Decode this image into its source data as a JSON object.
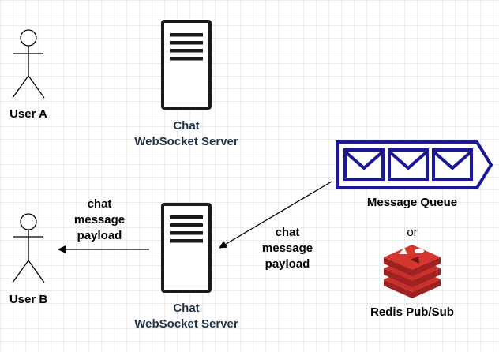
{
  "actors": {
    "user_a": "User A",
    "user_b": "User B"
  },
  "servers": {
    "top": {
      "line1": "Chat",
      "line2": "WebSocket Server"
    },
    "bottom": {
      "line1": "Chat",
      "line2": "WebSocket Server"
    }
  },
  "queue": {
    "label": "Message Queue",
    "envelope_count": 3
  },
  "or_label": "or",
  "redis": {
    "label": "Redis Pub/Sub"
  },
  "edges": {
    "queue_to_server": [
      "chat",
      "message",
      "payload"
    ],
    "server_to_user": [
      "chat",
      "message",
      "payload"
    ]
  },
  "colors": {
    "queue_stroke": "#1a1896",
    "redis_red": "#c9302c",
    "server_stroke": "#1a1a1a",
    "server_label": "#1f3347"
  }
}
